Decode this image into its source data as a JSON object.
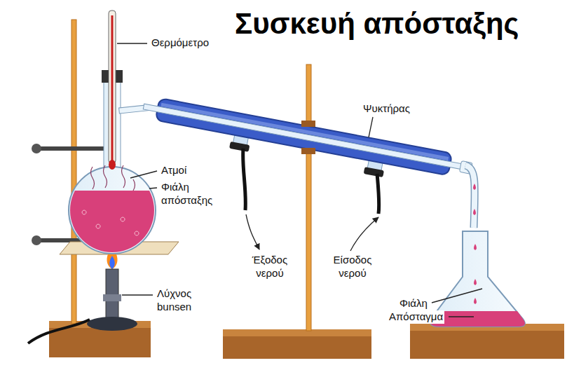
{
  "diagram": {
    "title": "Συσκευή απόσταξης",
    "labels": [
      "Θερμόμετρο",
      "Ατμοί",
      "Φιάλη απόσταξης",
      "Λύχνος bunsen",
      "Ψυκτήρας",
      "Έξοδος νερού",
      "Είσοδος νερού",
      "Φιάλη",
      "Απόσταγμα"
    ]
  }
}
